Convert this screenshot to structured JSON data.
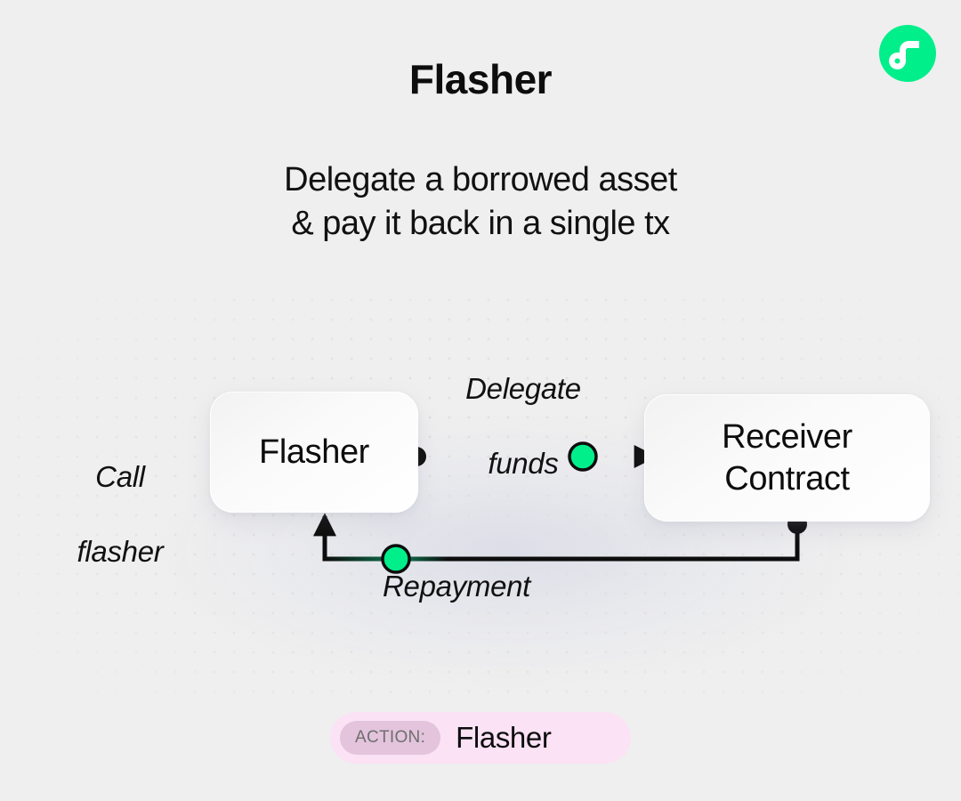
{
  "page": {
    "background_color": "#efefef",
    "accent_green": "#00ef8b",
    "badge_pink": "#fbe2f5",
    "chip_pink": "#e3c4dc"
  },
  "brand": {
    "logo_icon": "flow-logo-icon",
    "logo_color": "#00ef8b"
  },
  "header": {
    "title": "Flasher",
    "subtitle_line1": "Delegate a borrowed asset",
    "subtitle_line2": "& pay it back in a single tx"
  },
  "diagram": {
    "nodes": [
      {
        "id": "flasher",
        "label": "Flasher"
      },
      {
        "id": "receiver",
        "label_line1": "Receiver",
        "label_line2": "Contract"
      }
    ],
    "labels": {
      "call_flasher_line1": "Call",
      "call_flasher_line2": "flasher",
      "delegate_line1": "Delegate",
      "delegate_line2": "funds",
      "repayment": "Repayment"
    },
    "edges": [
      {
        "id": "delegate-funds",
        "from": "flasher",
        "to": "receiver",
        "marker_color": "#00ef8b"
      },
      {
        "id": "repayment",
        "from": "receiver",
        "to": "flasher",
        "marker_color": "#00ef8b"
      }
    ]
  },
  "action_badge": {
    "prefix": "ACTION:",
    "value": "Flasher"
  }
}
